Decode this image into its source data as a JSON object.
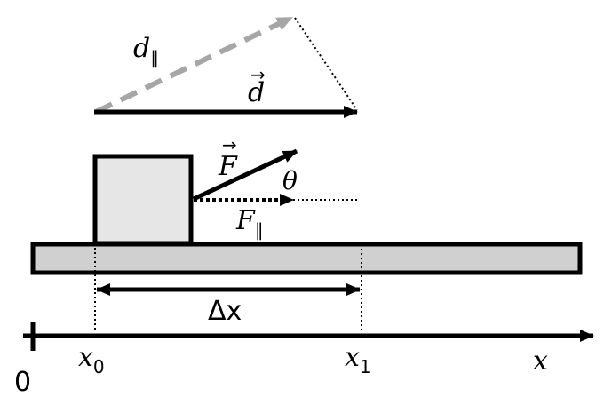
{
  "labels": {
    "d_parallel": {
      "main": "d",
      "sub": "∥"
    },
    "d_vector": {
      "main": "d",
      "arrow": "→"
    },
    "F_vector": {
      "main": "F",
      "arrow": "→"
    },
    "theta": "θ",
    "F_parallel": {
      "main": "F",
      "sub": "∥"
    },
    "delta_x": "Δx",
    "origin": "0",
    "x0": {
      "main": "x",
      "sub": "0"
    },
    "x1": {
      "main": "x",
      "sub": "1"
    },
    "x_axis": "x"
  },
  "colors": {
    "stroke": "#000000",
    "block_fill": "#e6e6e6",
    "surface_fill": "#d0d0d0",
    "d_parallel_arrow": "#a6a6a6"
  }
}
